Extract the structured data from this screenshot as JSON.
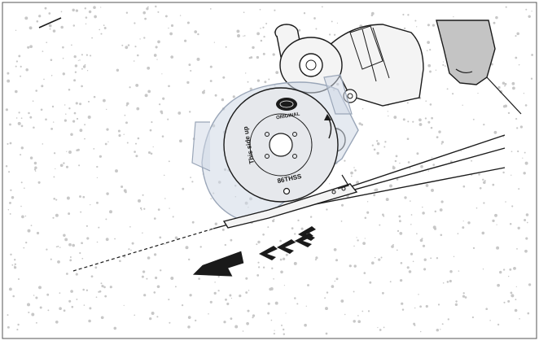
{
  "illustration": {
    "blade_text": {
      "side_label": "This side up",
      "brand_label": "ORIGINAL",
      "model_label": "86THSS"
    },
    "colors": {
      "frame": "#555555",
      "ink": "#1a1a1a",
      "guard_fill": "#cfd8e6",
      "guard_stroke": "#9aa6b8",
      "blade_fill": "#e6e8ec",
      "speckle": "#c7c7c7",
      "tool_body": "#f4f4f4"
    },
    "icons": [
      "direction-arrow-icon",
      "chevron-icon",
      "rotation-arrow-icon",
      "hand-icon"
    ]
  }
}
